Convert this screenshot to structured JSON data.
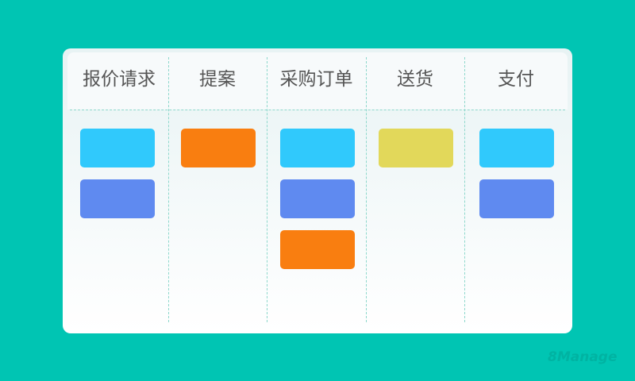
{
  "board": {
    "columns": [
      {
        "title": "报价请求",
        "cards": [
          "blue-light",
          "blue"
        ]
      },
      {
        "title": "提案",
        "cards": [
          "orange"
        ]
      },
      {
        "title": "采购订单",
        "cards": [
          "blue-light",
          "blue",
          "orange"
        ]
      },
      {
        "title": "送货",
        "cards": [
          "yellow"
        ]
      },
      {
        "title": "支付",
        "cards": [
          "blue-light",
          "blue"
        ]
      }
    ]
  },
  "colors": {
    "background": "#00c5b3",
    "blue-light": "#30c9fc",
    "blue": "#5f8af0",
    "orange": "#f97e10",
    "yellow": "#e2d85a",
    "divider": "#8ed8cc"
  },
  "watermark": "8Manage"
}
